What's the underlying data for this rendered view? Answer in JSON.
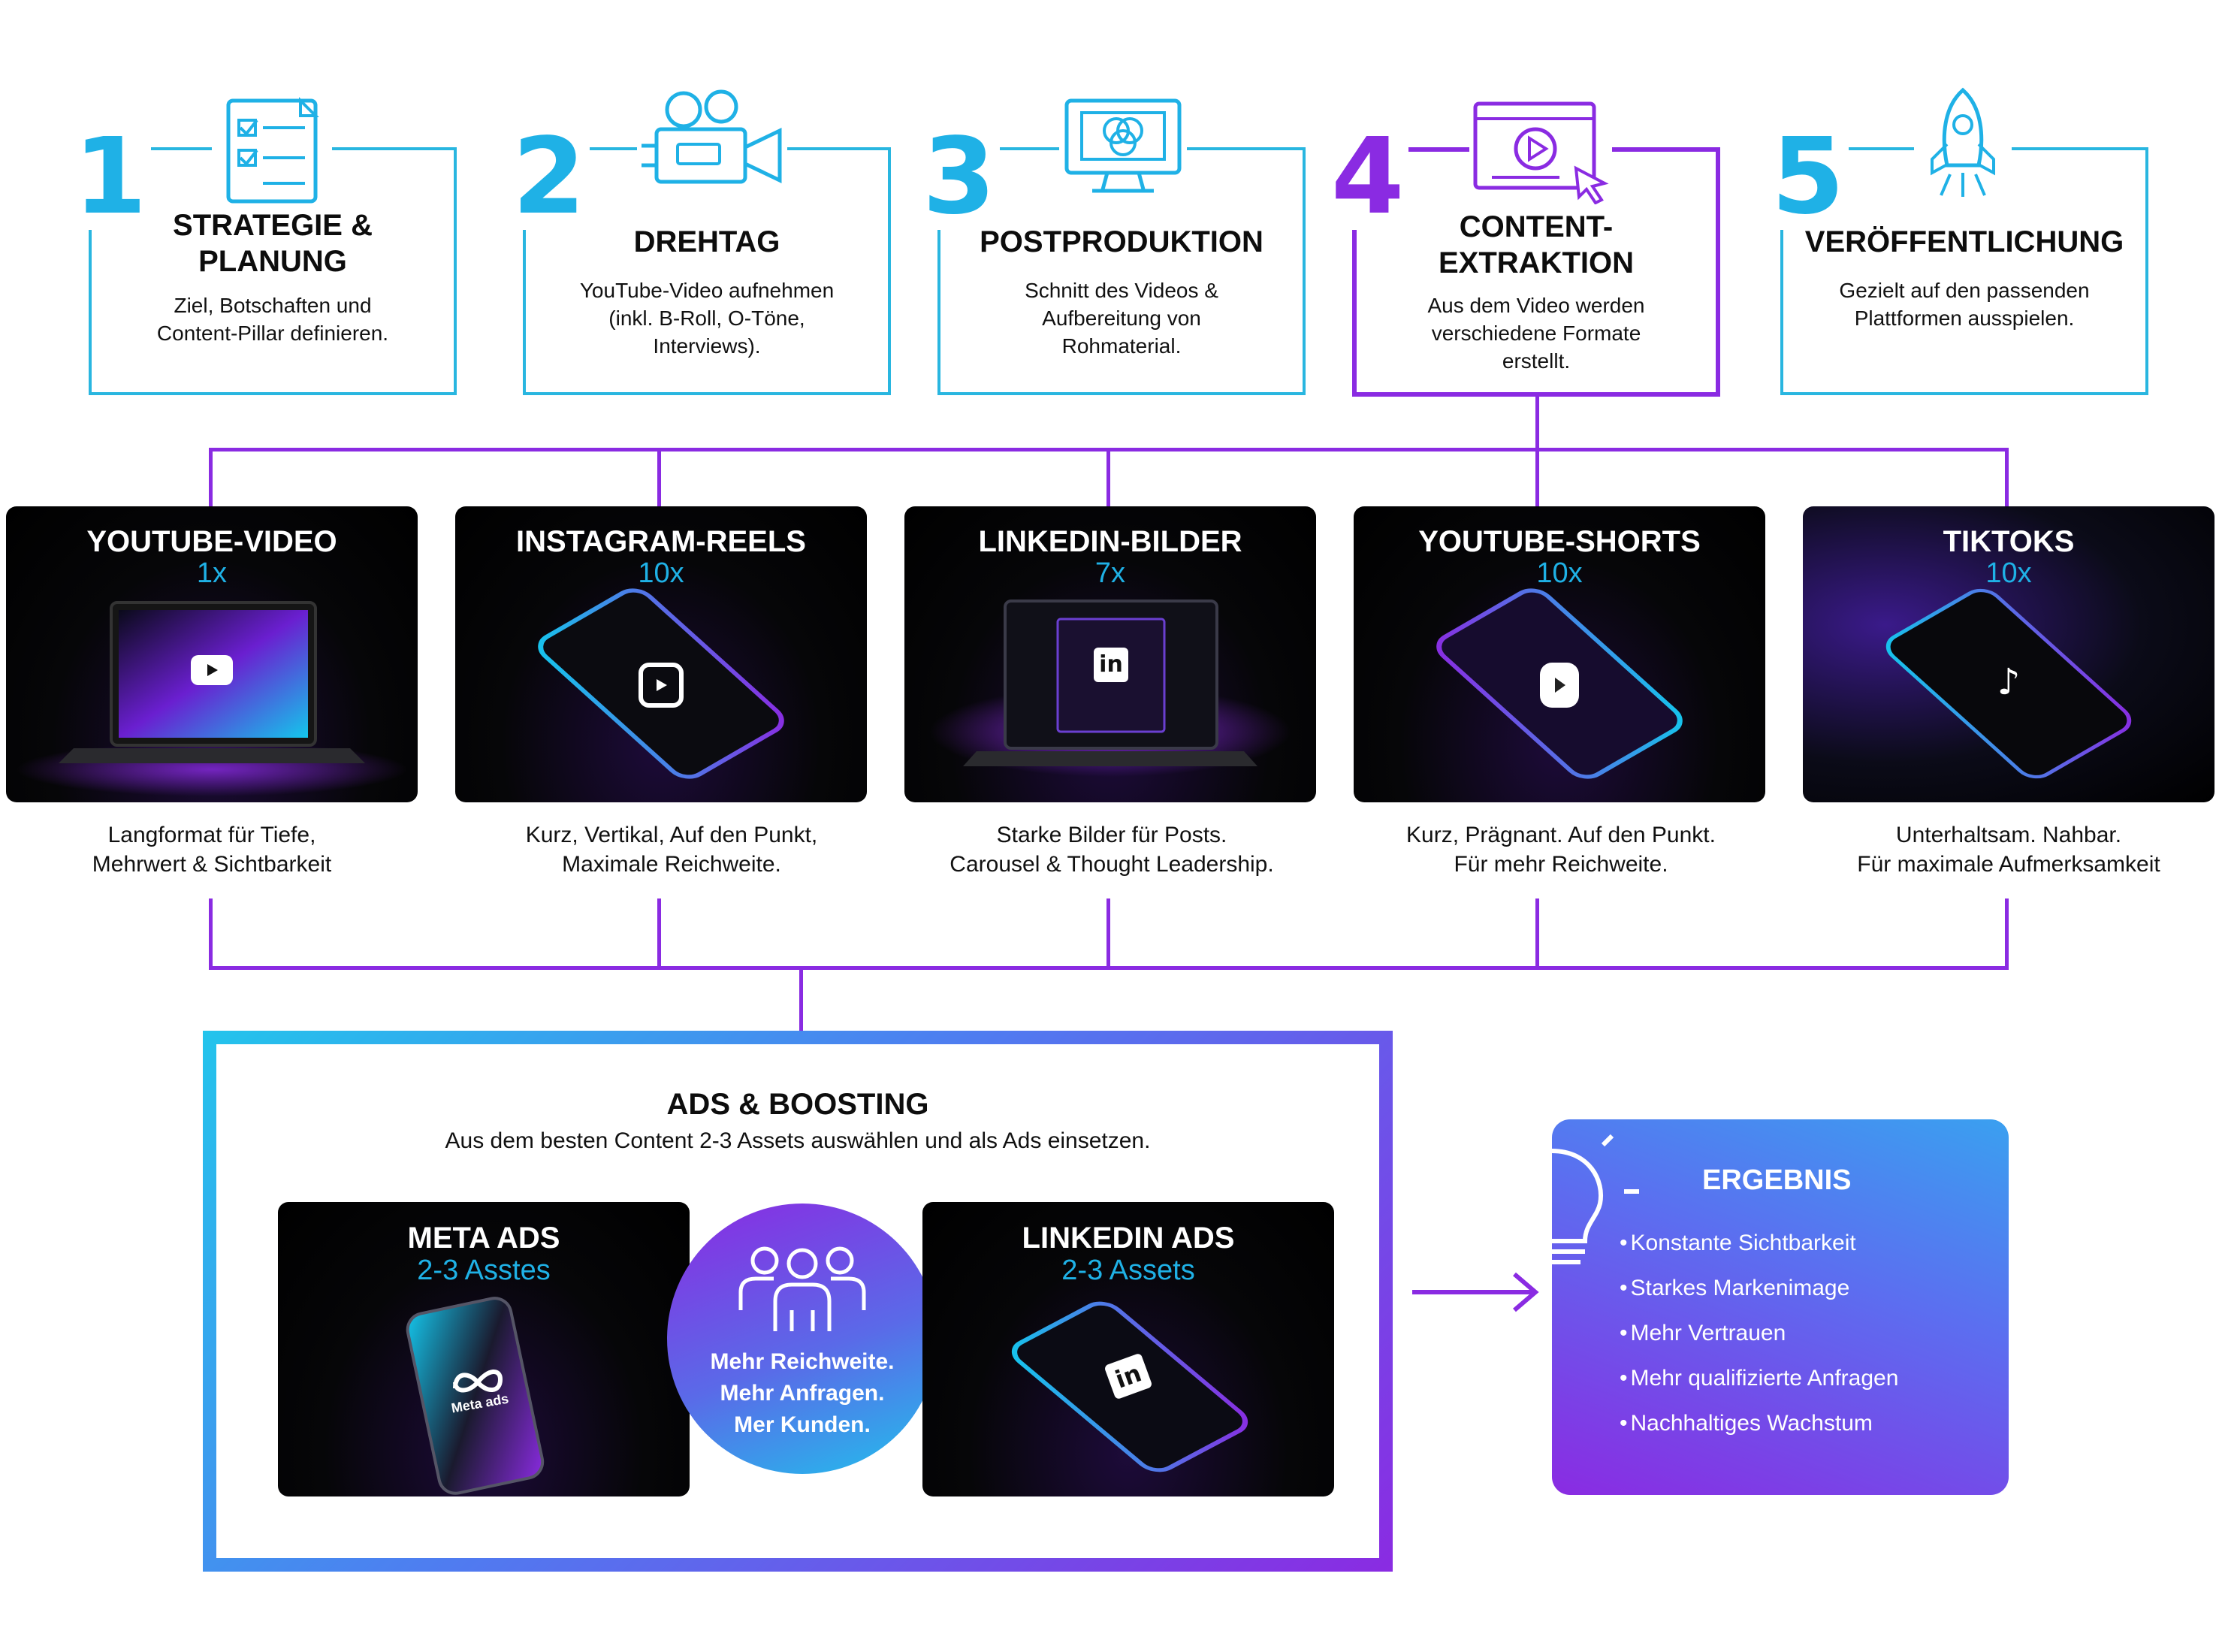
{
  "steps": [
    {
      "number": "1",
      "title": "STRATEGIE &\nPLANUNG",
      "text": "Ziel, Botschaften und Content-Pillar definieren.",
      "icon": "checklist-icon"
    },
    {
      "number": "2",
      "title": "DREHTAG",
      "text": "YouTube-Video aufnehmen (inkl. B-Roll, O-Töne, Interviews).",
      "icon": "camera-icon"
    },
    {
      "number": "3",
      "title": "POSTPRODUKTION",
      "text": "Schnitt des Videos & Aufbereitung von Rohmaterial.",
      "icon": "monitor-edit-icon"
    },
    {
      "number": "4",
      "title": "CONTENT-\nEXTRAKTION",
      "text": "Aus dem Video werden verschiedene Formate erstellt.",
      "icon": "video-window-icon"
    },
    {
      "number": "5",
      "title": "VERÖFFENTLICHUNG",
      "text": "Gezielt auf den passenden Plattformen ausspielen.",
      "icon": "rocket-icon"
    }
  ],
  "formats": [
    {
      "title": "YOUTUBE-VIDEO",
      "count": "1x",
      "desc_l1": "Langformat für Tiefe,",
      "desc_l2": "Mehrwert & Sichtbarkeit",
      "icon": "youtube-icon"
    },
    {
      "title": "INSTAGRAM-REELS",
      "count": "10x",
      "desc_l1": "Kurz, Vertikal, Auf den Punkt,",
      "desc_l2": "Maximale Reichweite.",
      "icon": "reels-icon"
    },
    {
      "title": "LINKEDIN-BILDER",
      "count": "7x",
      "desc_l1": "Starke Bilder für Posts.",
      "desc_l2": "Carousel & Thought Leadership.",
      "icon": "linkedin-icon"
    },
    {
      "title": "YOUTUBE-SHORTS",
      "count": "10x",
      "desc_l1": "Kurz, Prägnant. Auf den Punkt.",
      "desc_l2": "Für mehr Reichweite.",
      "icon": "shorts-icon"
    },
    {
      "title": "TIKTOKS",
      "count": "10x",
      "desc_l1": "Unterhaltsam. Nahbar.",
      "desc_l2": "Für maximale Aufmerksamkeit",
      "icon": "tiktok-icon"
    }
  ],
  "ads": {
    "title": "ADS & BOOSTING",
    "subtitle": "Aus dem besten Content 2-3 Assets auswählen und als Ads einsetzen.",
    "meta": {
      "title": "META ADS",
      "count": "2-3 Asstes",
      "screen_label": "Meta ads"
    },
    "linkedin": {
      "title": "LINKEDIN ADS",
      "count": "2-3 Assets"
    },
    "circle": {
      "l1": "Mehr Reichweite.",
      "l2": "Mehr Anfragen.",
      "l3": "Mer Kunden."
    }
  },
  "result": {
    "title": "ERGEBNIS",
    "items": [
      "Konstante Sichtbarkeit",
      "Starkes Markenimage",
      "Mehr Vertrauen",
      "Mehr qualifizierte Anfragen",
      "Nachhaltiges Wachstum"
    ]
  },
  "colors": {
    "cyan": "#1fb1e6",
    "purple": "#8a2be2",
    "box_border": "#29b6e0"
  }
}
